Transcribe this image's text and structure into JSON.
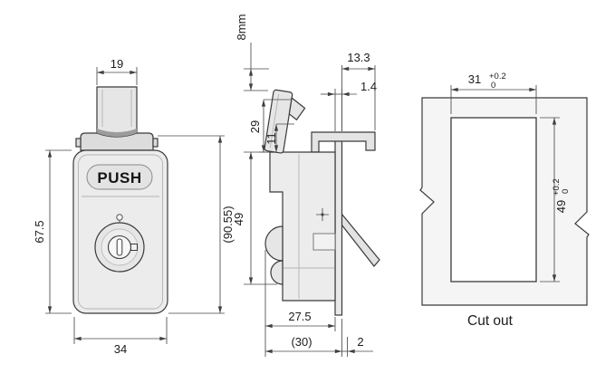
{
  "front_view": {
    "dim_top_width": "19",
    "push_label": "PUSH",
    "dim_left_height": "67.5",
    "dim_right_height": "(90.55)",
    "dim_bottom_width": "34"
  },
  "side_view": {
    "dim_travel": "8mm",
    "dim_hook_offset": "13.3",
    "dim_plate_thickness": "1.4",
    "dim_button_upper": "29",
    "dim_button_lower": "11",
    "dim_height": "49",
    "dim_depth": "27.5",
    "dim_depth_overall": "(30)",
    "dim_panel_thickness": "2"
  },
  "cutout": {
    "dim_width": "31",
    "dim_width_tol_upper": "+0.2",
    "dim_width_tol_lower": "0",
    "dim_height": "49",
    "dim_height_tol_upper": "+0.2",
    "dim_height_tol_lower": "0",
    "caption": "Cut out"
  }
}
